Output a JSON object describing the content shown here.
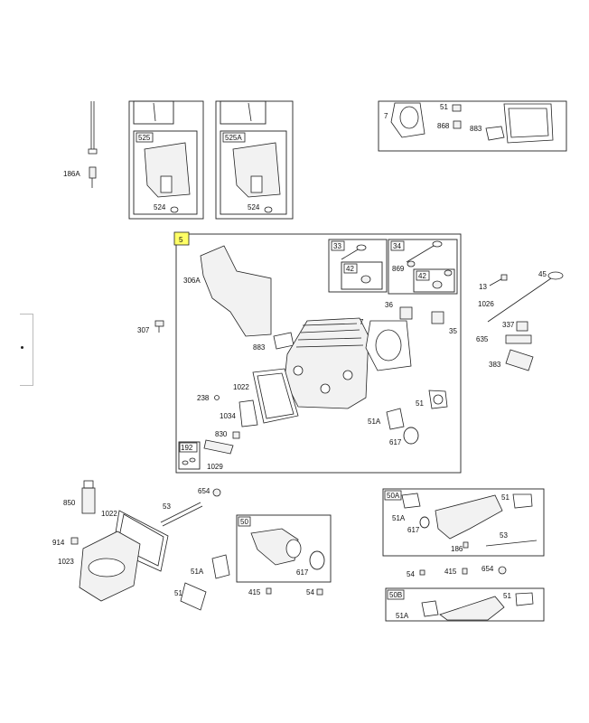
{
  "colors": {
    "highlight": "#ffff66",
    "line": "#222222",
    "background": "#ffffff"
  },
  "labels": {
    "l186A_top": "186A",
    "l525": "525",
    "l524a": "524",
    "l525A": "525A",
    "l524b": "524",
    "l7_top": "7",
    "l51_top": "51",
    "l868": "868",
    "l883_top": "883",
    "l5": "5",
    "l33": "33",
    "l42a": "42",
    "l34": "34",
    "l869": "869",
    "l42b": "42",
    "l306A": "306A",
    "l307": "307",
    "l883": "883",
    "l7": "7",
    "l36": "36",
    "l35": "35",
    "l1022a": "1022",
    "l238": "238",
    "l1034": "1034",
    "l830": "830",
    "l51": "51",
    "l51A": "51A",
    "l617": "617",
    "l192": "192",
    "l1029": "1029",
    "l13": "13",
    "l45": "45",
    "l1026": "1026",
    "l337": "337",
    "l635": "635",
    "l383": "383",
    "l850": "850",
    "l1022b": "1022",
    "l654a": "654",
    "l53a": "53",
    "l914": "914",
    "l1023": "1023",
    "l50": "50",
    "l617b": "617",
    "l51Ab": "51A",
    "l51b": "51",
    "l415a": "415",
    "l54a": "54",
    "l50A": "50A",
    "l51c": "51",
    "l51Ac": "51A",
    "l617c": "617",
    "l53b": "53",
    "l186": "186",
    "l54b": "54",
    "l415b": "415",
    "l654b": "654",
    "l50B": "50B",
    "l51d": "51",
    "l51Ad": "51A"
  }
}
